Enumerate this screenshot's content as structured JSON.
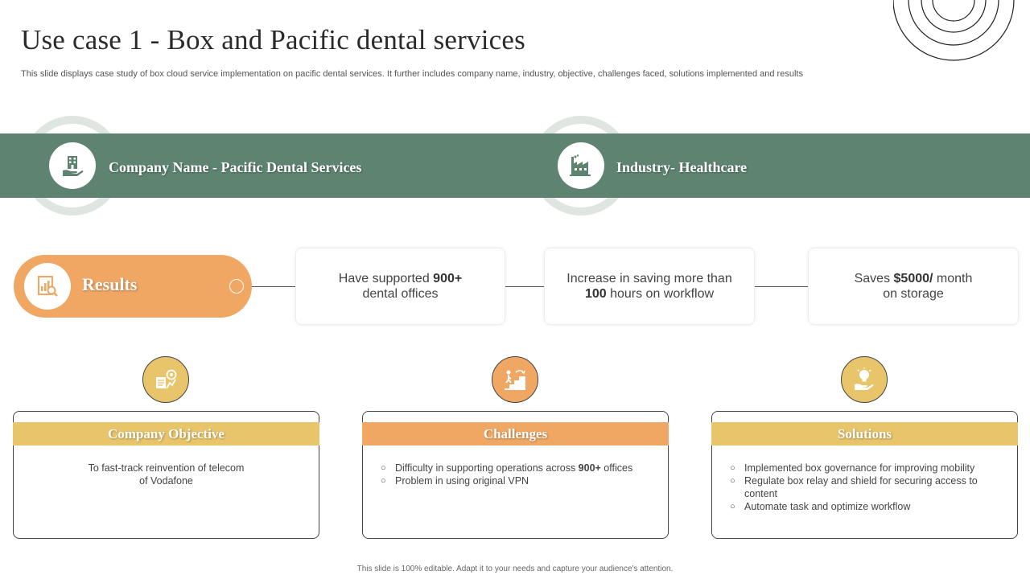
{
  "slide": {
    "title": "Use case 1 - Box and Pacific  dental services",
    "subtitle": "This slide displays case study of box cloud service implementation on pacific dental services. It further includes company name, industry, objective, challenges faced, solutions implemented and results",
    "footer": "This slide is 100% editable. Adapt it to your needs and capture your audience's attention."
  },
  "band": {
    "company": {
      "label": "Company Name - Pacific Dental Services",
      "icon": "building-hand-icon"
    },
    "industry": {
      "label": "Industry- Healthcare",
      "icon": "factory-icon"
    }
  },
  "results": {
    "label": "Results",
    "icon": "report-magnifier-icon",
    "cards": [
      {
        "pre": "Have supported ",
        "bold": "900+",
        "post": "dental offices"
      },
      {
        "pre": "Increase  in saving more than",
        "bold": "100",
        "post": " hours on workflow"
      },
      {
        "pre": "Saves ",
        "bold": "$5000/",
        "post": " month",
        "line2": "on storage"
      }
    ]
  },
  "panels": {
    "objective": {
      "title": "Company Objective",
      "line1": "To fast-track reinvention  of telecom",
      "line2": "of Vodafone",
      "icon": "target-chart-icon"
    },
    "challenges": {
      "title": "Challenges",
      "item1_pre": "Difficulty in supporting operations across ",
      "item1_bold": "900+",
      "item1_post": " offices",
      "item2": "Problem in using original  VPN",
      "icon": "stairs-climb-icon"
    },
    "solutions": {
      "title": "Solutions",
      "item1": "Implemented box governance  for improving  mobility",
      "item2": "Regulate box relay and shield for securing access to content",
      "item3": "Automate task and optimize workflow",
      "icon": "lightbulb-hand-icon"
    }
  },
  "colors": {
    "band": "#5e8471",
    "orange": "#f0a763",
    "gold": "#e8c46a",
    "icon_green": "#5e8471",
    "icon_orange": "#f0a763"
  }
}
